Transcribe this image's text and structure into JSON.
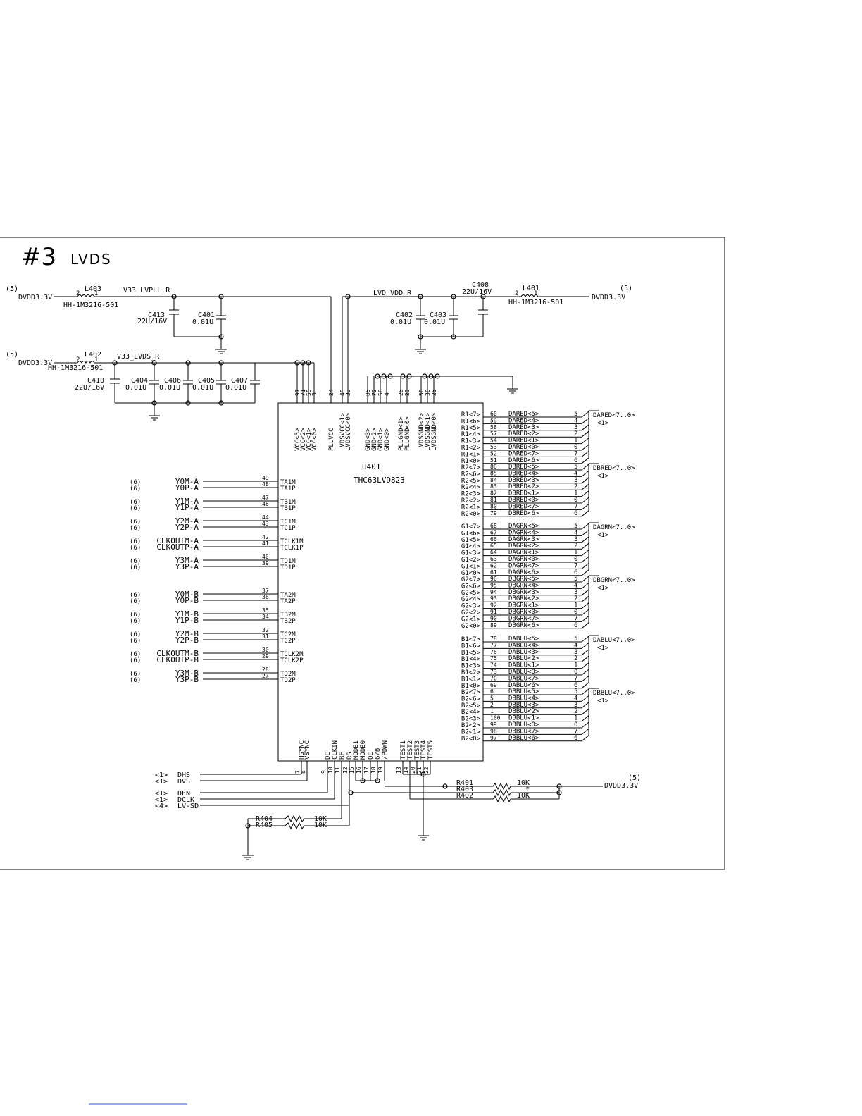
{
  "sheet": {
    "number_title": "#3",
    "section_title": "LVDS"
  },
  "power_left": [
    {
      "ref": "(5)",
      "net": "DVDD3.3V",
      "inductor": "L403",
      "ind_part": "HH-1M3216-501",
      "rail": "V33_LVPLL_R",
      "pin2": "2",
      "pin1": "1"
    },
    {
      "ref": "(5)",
      "net": "DVDD3.3V",
      "inductor": "L402",
      "ind_part": "HH-1M3216-501",
      "rail": "V33_LVDS_R",
      "pin2": "2",
      "pin1": "1"
    }
  ],
  "power_right": {
    "ref": "(5)",
    "net": "DVDD3.3V",
    "inductor": "L401",
    "ind_part": "HH-1M3216-501",
    "rail": "LVD_VDD_R",
    "pin2": "2",
    "pin1": "1"
  },
  "caps": [
    {
      "ref": "C413",
      "val": "22U/16V"
    },
    {
      "ref": "C401",
      "val": "0.01U"
    },
    {
      "ref": "C410",
      "val": "22U/16V"
    },
    {
      "ref": "C404",
      "val": "0.01U"
    },
    {
      "ref": "C406",
      "val": "0.01U"
    },
    {
      "ref": "C405",
      "val": "0.01U"
    },
    {
      "ref": "C407",
      "val": "0.01U"
    },
    {
      "ref": "C408",
      "val": "22U/16V"
    },
    {
      "ref": "C402",
      "val": "0.01U"
    },
    {
      "ref": "C403",
      "val": "0.01U"
    }
  ],
  "ic": {
    "ref": "U401",
    "part": "THC63LVD823",
    "top_pins": [
      {
        "num": "97",
        "name": "VCC<3>"
      },
      {
        "num": "71",
        "name": "VCC<2>"
      },
      {
        "num": "55",
        "name": "VCC<1>"
      },
      {
        "num": "3",
        "name": "VCC<0>"
      },
      {
        "num": "24",
        "name": "PLLVCC"
      },
      {
        "num": "45",
        "name": "LVDSVCC<1>"
      },
      {
        "num": "33",
        "name": "LVDSVCC<0>"
      },
      {
        "num": "85",
        "name": "GND<3>"
      },
      {
        "num": "72",
        "name": "GND<2>"
      },
      {
        "num": "56",
        "name": "GND<1>"
      },
      {
        "num": "4",
        "name": "GND<0>"
      },
      {
        "num": "26",
        "name": "PLLGND<1>"
      },
      {
        "num": "23",
        "name": "PLLGND<0>"
      },
      {
        "num": "50",
        "name": "LVDSGND<2>"
      },
      {
        "num": "38",
        "name": "LVDSGND<1>"
      },
      {
        "num": "25",
        "name": "LVDSGND<0>"
      }
    ],
    "left_pins": [
      {
        "ref": "(6)",
        "net": "Y0M-A",
        "num": "49",
        "pin": "TA1M"
      },
      {
        "ref": "(6)",
        "net": "Y0P-A",
        "num": "48",
        "pin": "TA1P"
      },
      {
        "ref": "(6)",
        "net": "Y1M-A",
        "num": "47",
        "pin": "TB1M"
      },
      {
        "ref": "(6)",
        "net": "Y1P-A",
        "num": "46",
        "pin": "TB1P"
      },
      {
        "ref": "(6)",
        "net": "Y2M-A",
        "num": "44",
        "pin": "TC1M"
      },
      {
        "ref": "(6)",
        "net": "Y2P-A",
        "num": "43",
        "pin": "TC1P"
      },
      {
        "ref": "(6)",
        "net": "CLKOUTM-A",
        "num": "42",
        "pin": "TCLK1M"
      },
      {
        "ref": "(6)",
        "net": "CLKOUTP-A",
        "num": "41",
        "pin": "TCLK1P"
      },
      {
        "ref": "(6)",
        "net": "Y3M-A",
        "num": "40",
        "pin": "TD1M"
      },
      {
        "ref": "(6)",
        "net": "Y3P-A",
        "num": "39",
        "pin": "TD1P"
      },
      {
        "ref": "(6)",
        "net": "Y0M-B",
        "num": "37",
        "pin": "TA2M"
      },
      {
        "ref": "(6)",
        "net": "Y0P-B",
        "num": "36",
        "pin": "TA2P"
      },
      {
        "ref": "(6)",
        "net": "Y1M-B",
        "num": "35",
        "pin": "TB2M"
      },
      {
        "ref": "(6)",
        "net": "Y1P-B",
        "num": "34",
        "pin": "TB2P"
      },
      {
        "ref": "(6)",
        "net": "Y2M-B",
        "num": "32",
        "pin": "TC2M"
      },
      {
        "ref": "(6)",
        "net": "Y2P-B",
        "num": "31",
        "pin": "TC2P"
      },
      {
        "ref": "(6)",
        "net": "CLKOUTM-B",
        "num": "30",
        "pin": "TCLK2M"
      },
      {
        "ref": "(6)",
        "net": "CLKOUTP-B",
        "num": "29",
        "pin": "TCLK2P"
      },
      {
        "ref": "(6)",
        "net": "Y3M-B",
        "num": "28",
        "pin": "TD2M"
      },
      {
        "ref": "(6)",
        "net": "Y3P-B",
        "num": "27",
        "pin": "TD2P"
      }
    ],
    "right_groups": [
      {
        "bus": "DARED<7..0>",
        "ref": "<1>",
        "pins": [
          [
            "R1<7>",
            "60",
            "DARED<5>",
            "5"
          ],
          [
            "R1<6>",
            "59",
            "DARED<4>",
            "4"
          ],
          [
            "R1<5>",
            "58",
            "DARED<3>",
            "3"
          ],
          [
            "R1<4>",
            "57",
            "DARED<2>",
            "2"
          ],
          [
            "R1<3>",
            "54",
            "DARED<1>",
            "1"
          ],
          [
            "R1<2>",
            "53",
            "DARED<0>",
            "0"
          ],
          [
            "R1<1>",
            "52",
            "DARED<7>",
            "7"
          ],
          [
            "R1<0>",
            "51",
            "DARED<6>",
            "6"
          ]
        ]
      },
      {
        "bus": "DBRED<7..0>",
        "ref": "<1>",
        "pins": [
          [
            "R2<7>",
            "86",
            "DBRED<5>",
            "5"
          ],
          [
            "R2<6>",
            "85",
            "DBRED<4>",
            "4"
          ],
          [
            "R2<5>",
            "84",
            "DBRED<3>",
            "3"
          ],
          [
            "R2<4>",
            "83",
            "DBRED<2>",
            "2"
          ],
          [
            "R2<3>",
            "82",
            "DBRED<1>",
            "1"
          ],
          [
            "R2<2>",
            "81",
            "DBRED<0>",
            "0"
          ],
          [
            "R2<1>",
            "80",
            "DBRED<7>",
            "7"
          ],
          [
            "R2<0>",
            "79",
            "DBRED<6>",
            "6"
          ]
        ]
      },
      {
        "bus": "DAGRN<7..0>",
        "ref": "<1>",
        "pins": [
          [
            "G1<7>",
            "68",
            "DAGRN<5>",
            "5"
          ],
          [
            "G1<6>",
            "67",
            "DAGRN<4>",
            "4"
          ],
          [
            "G1<5>",
            "66",
            "DAGRN<3>",
            "3"
          ],
          [
            "G1<4>",
            "65",
            "DAGRN<2>",
            "2"
          ],
          [
            "G1<3>",
            "64",
            "DAGRN<1>",
            "1"
          ],
          [
            "G1<2>",
            "63",
            "DAGRN<0>",
            "0"
          ],
          [
            "G1<1>",
            "62",
            "DAGRN<7>",
            "7"
          ],
          [
            "G1<0>",
            "61",
            "DAGRN<6>",
            "6"
          ]
        ]
      },
      {
        "bus": "DBGRN<7..0>",
        "ref": "<1>",
        "pins": [
          [
            "G2<7>",
            "96",
            "DBGRN<5>",
            "5"
          ],
          [
            "G2<6>",
            "95",
            "DBGRN<4>",
            "4"
          ],
          [
            "G2<5>",
            "94",
            "DBGRN<3>",
            "3"
          ],
          [
            "G2<4>",
            "93",
            "DBGRN<2>",
            "2"
          ],
          [
            "G2<3>",
            "92",
            "DBGRN<1>",
            "1"
          ],
          [
            "G2<2>",
            "91",
            "DBGRN<0>",
            "0"
          ],
          [
            "G2<1>",
            "90",
            "DBGRN<7>",
            "7"
          ],
          [
            "G2<0>",
            "89",
            "DBGRN<6>",
            "6"
          ]
        ]
      },
      {
        "bus": "DABLU<7..0>",
        "ref": "<1>",
        "pins": [
          [
            "B1<7>",
            "78",
            "DABLU<5>",
            "5"
          ],
          [
            "B1<6>",
            "77",
            "DABLU<4>",
            "4"
          ],
          [
            "B1<5>",
            "76",
            "DABLU<3>",
            "3"
          ],
          [
            "B1<4>",
            "75",
            "DABLU<2>",
            "2"
          ],
          [
            "B1<3>",
            "74",
            "DABLU<1>",
            "1"
          ],
          [
            "B1<2>",
            "73",
            "DABLU<0>",
            "0"
          ],
          [
            "B1<1>",
            "70",
            "DABLU<7>",
            "7"
          ],
          [
            "B1<0>",
            "69",
            "DABLU<6>",
            "6"
          ]
        ]
      },
      {
        "bus": "DBBLU<7..0>",
        "ref": "<1>",
        "pins": [
          [
            "B2<7>",
            "6",
            "DBBLU<5>",
            "5"
          ],
          [
            "B2<6>",
            "5",
            "DBBLU<4>",
            "4"
          ],
          [
            "B2<5>",
            "2",
            "DBBLU<3>",
            "3"
          ],
          [
            "B2<4>",
            "1",
            "DBBLU<2>",
            "2"
          ],
          [
            "B2<3>",
            "100",
            "DBBLU<1>",
            "1"
          ],
          [
            "B2<2>",
            "99",
            "DBBLU<0>",
            "0"
          ],
          [
            "B2<1>",
            "98",
            "DBBLU<7>",
            "7"
          ],
          [
            "B2<0>",
            "97",
            "DBBLU<6>",
            "6"
          ]
        ]
      }
    ],
    "bottom_pins": [
      {
        "num": "7",
        "name": "HSYNC"
      },
      {
        "num": "8",
        "name": "VSYNC"
      },
      {
        "num": "9",
        "name": "DE"
      },
      {
        "num": "10",
        "name": "CLKIN"
      },
      {
        "num": "11",
        "name": "RF"
      },
      {
        "num": "12",
        "name": "RS"
      },
      {
        "num": "15",
        "name": "MODE1"
      },
      {
        "num": "16",
        "name": "MODE0"
      },
      {
        "num": "17",
        "name": "OE"
      },
      {
        "num": "18",
        "name": "6/8"
      },
      {
        "num": "19",
        "name": "/PDWN"
      },
      {
        "num": "13",
        "name": "TEST1"
      },
      {
        "num": "14",
        "name": "TEST2"
      },
      {
        "num": "20",
        "name": "TEST3"
      },
      {
        "num": "21",
        "name": "TEST4"
      },
      {
        "num": "22",
        "name": "TEST5"
      }
    ]
  },
  "bottom_signals": [
    {
      "ref": "<1>",
      "net": "DHS"
    },
    {
      "ref": "<1>",
      "net": "DVS"
    },
    {
      "ref": "<1>",
      "net": "DEN"
    },
    {
      "ref": "<1>",
      "net": "DCLK"
    },
    {
      "ref": "<4>",
      "net": "LV-SD"
    }
  ],
  "resistors": [
    {
      "ref": "R401",
      "val": "10K"
    },
    {
      "ref": "R403",
      "val": "*"
    },
    {
      "ref": "R402",
      "val": "10K"
    },
    {
      "ref": "R404",
      "val": "10K"
    },
    {
      "ref": "R405",
      "val": "10K"
    }
  ],
  "bottom_power": {
    "ref": "(5)",
    "net": "DVDD3.3V"
  }
}
